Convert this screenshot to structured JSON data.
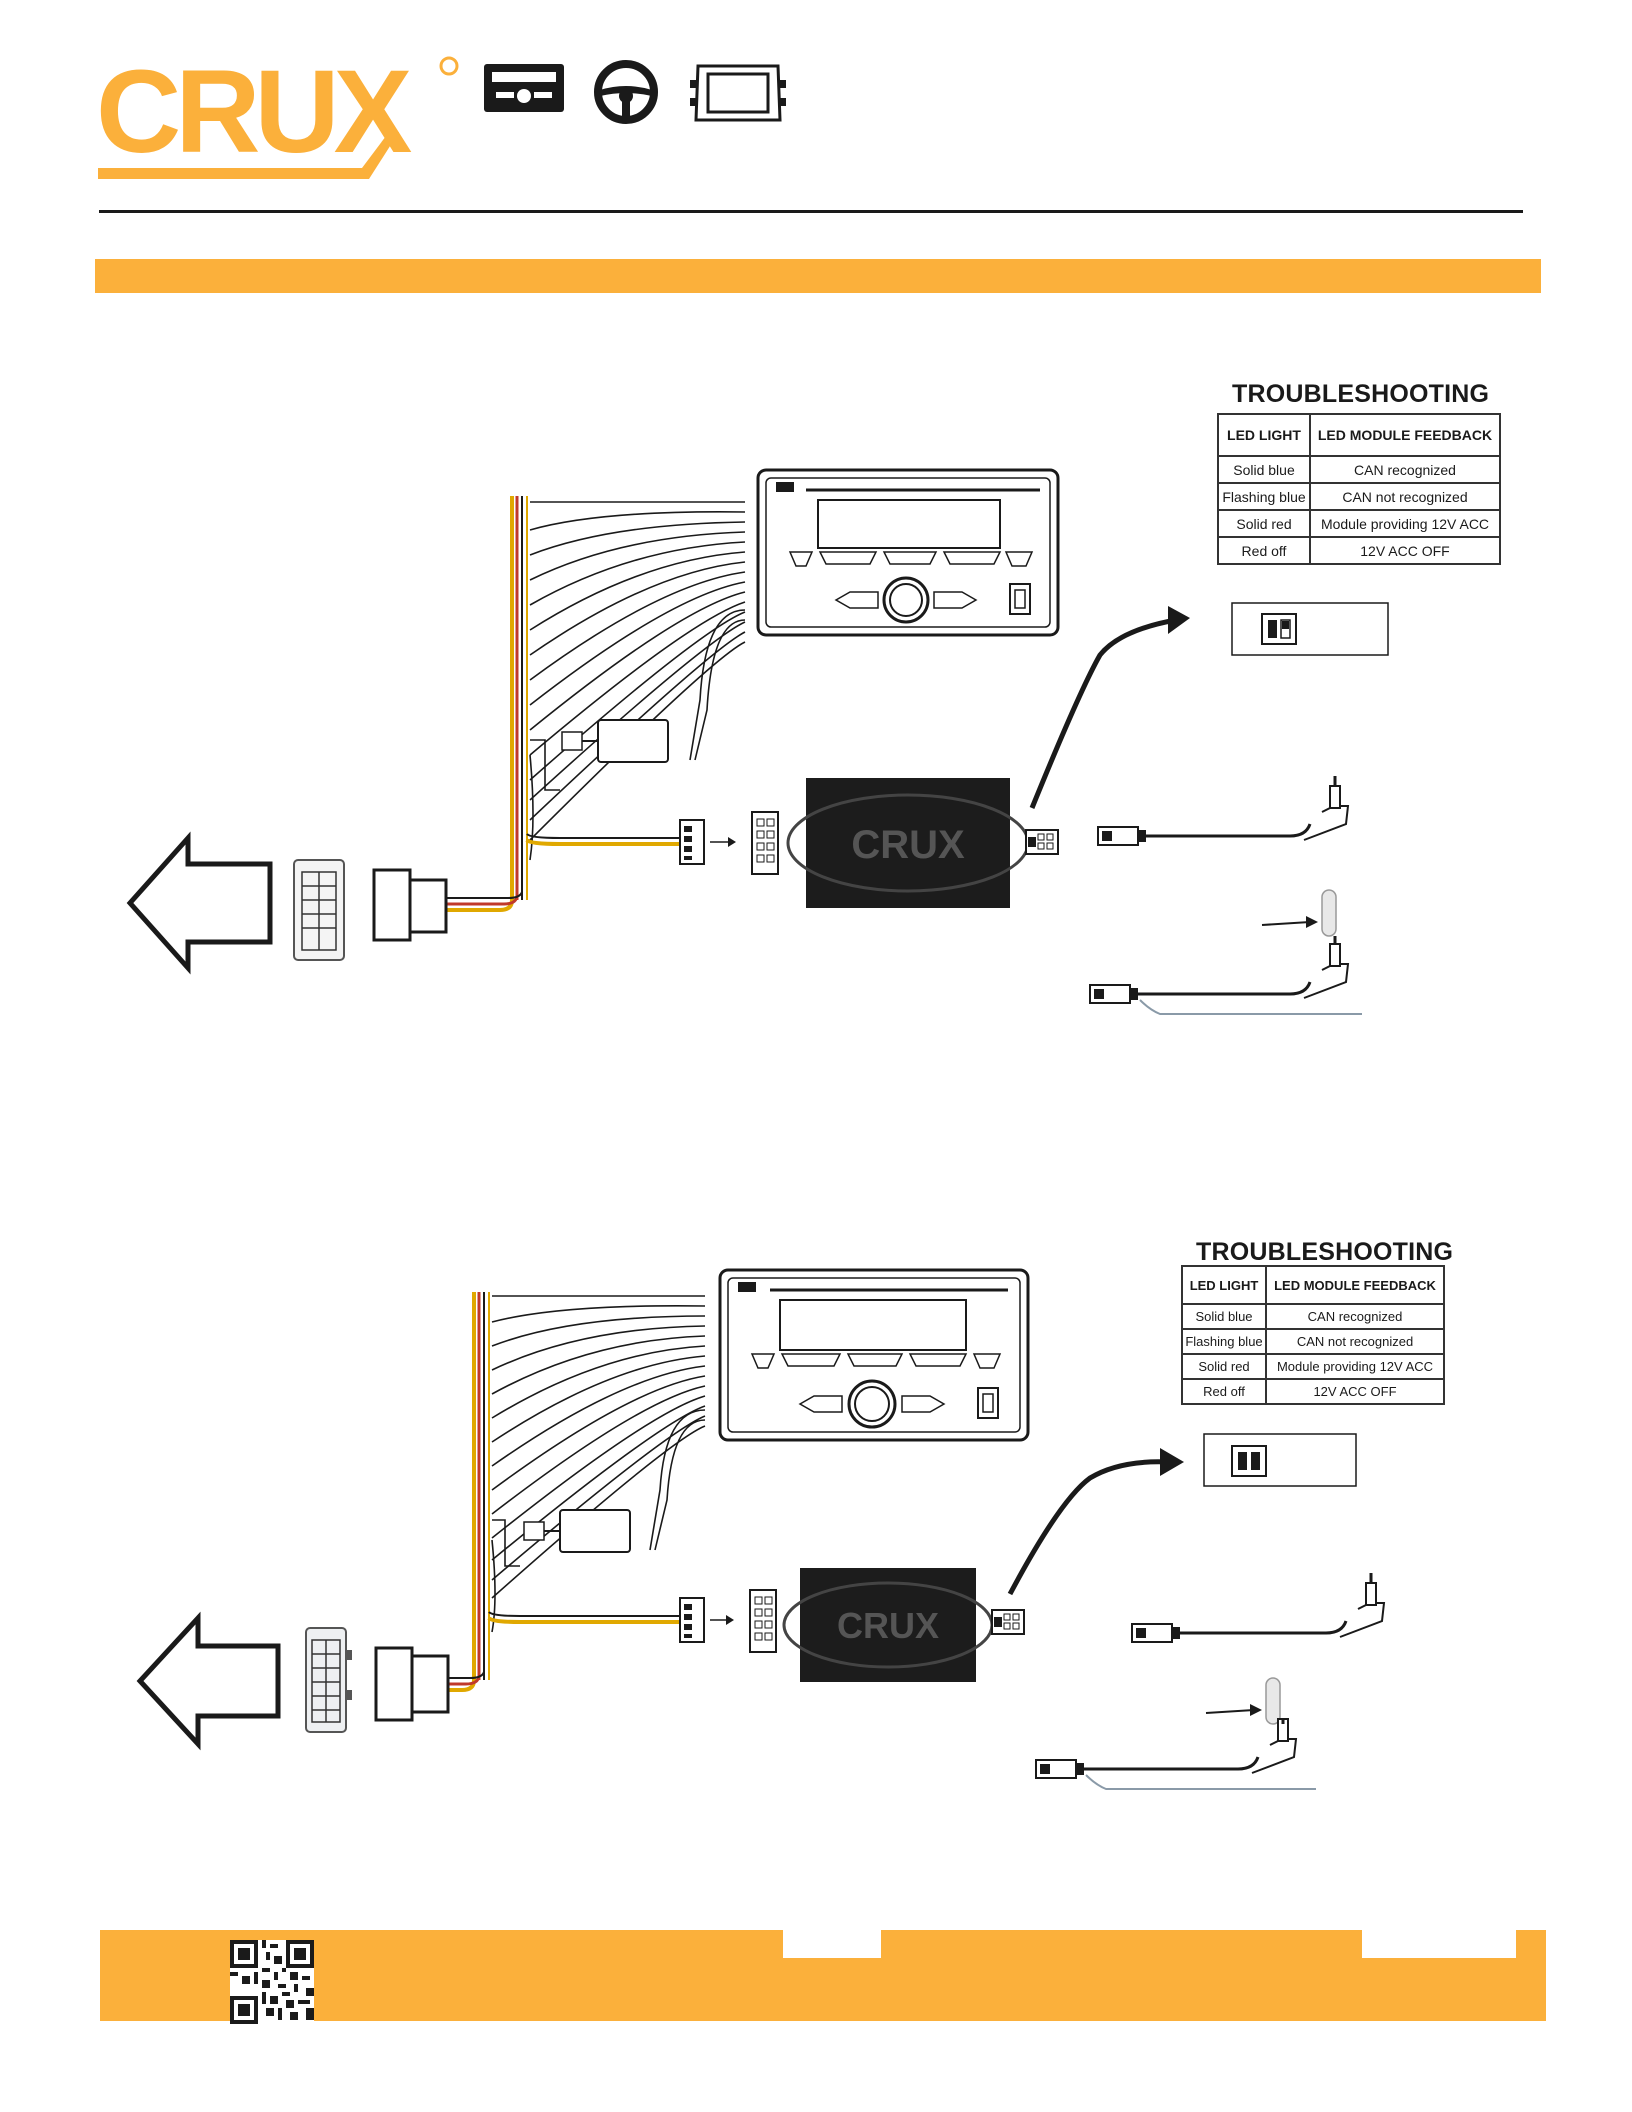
{
  "brand": {
    "name": "CRUX",
    "accent": "#fbb03b",
    "dark": "#1a1a1a"
  },
  "header_icons": [
    "radio-icon",
    "steering-wheel-icon",
    "dash-kit-icon"
  ],
  "diagrams": [
    {
      "troubleshooting": {
        "title": "TROUBLESHOOTING",
        "headers": [
          "LED LIGHT",
          "LED MODULE FEEDBACK"
        ],
        "rows": [
          [
            "Solid blue",
            "CAN recognized"
          ],
          [
            "Flashing blue",
            "CAN not recognized"
          ],
          [
            "Solid red",
            "Module providing 12V ACC"
          ],
          [
            "Red off",
            "12V ACC OFF"
          ]
        ]
      },
      "module_label": "CRUX"
    },
    {
      "troubleshooting": {
        "title": "TROUBLESHOOTING",
        "headers": [
          "LED LIGHT",
          "LED MODULE FEEDBACK"
        ],
        "rows": [
          [
            "Solid blue",
            "CAN recognized"
          ],
          [
            "Flashing blue",
            "CAN not recognized"
          ],
          [
            "Solid red",
            "Module providing 12V ACC"
          ],
          [
            "Red off",
            "12V ACC OFF"
          ]
        ]
      },
      "module_label": "CRUX"
    }
  ],
  "footer": {
    "qr": "qr-code-icon"
  }
}
